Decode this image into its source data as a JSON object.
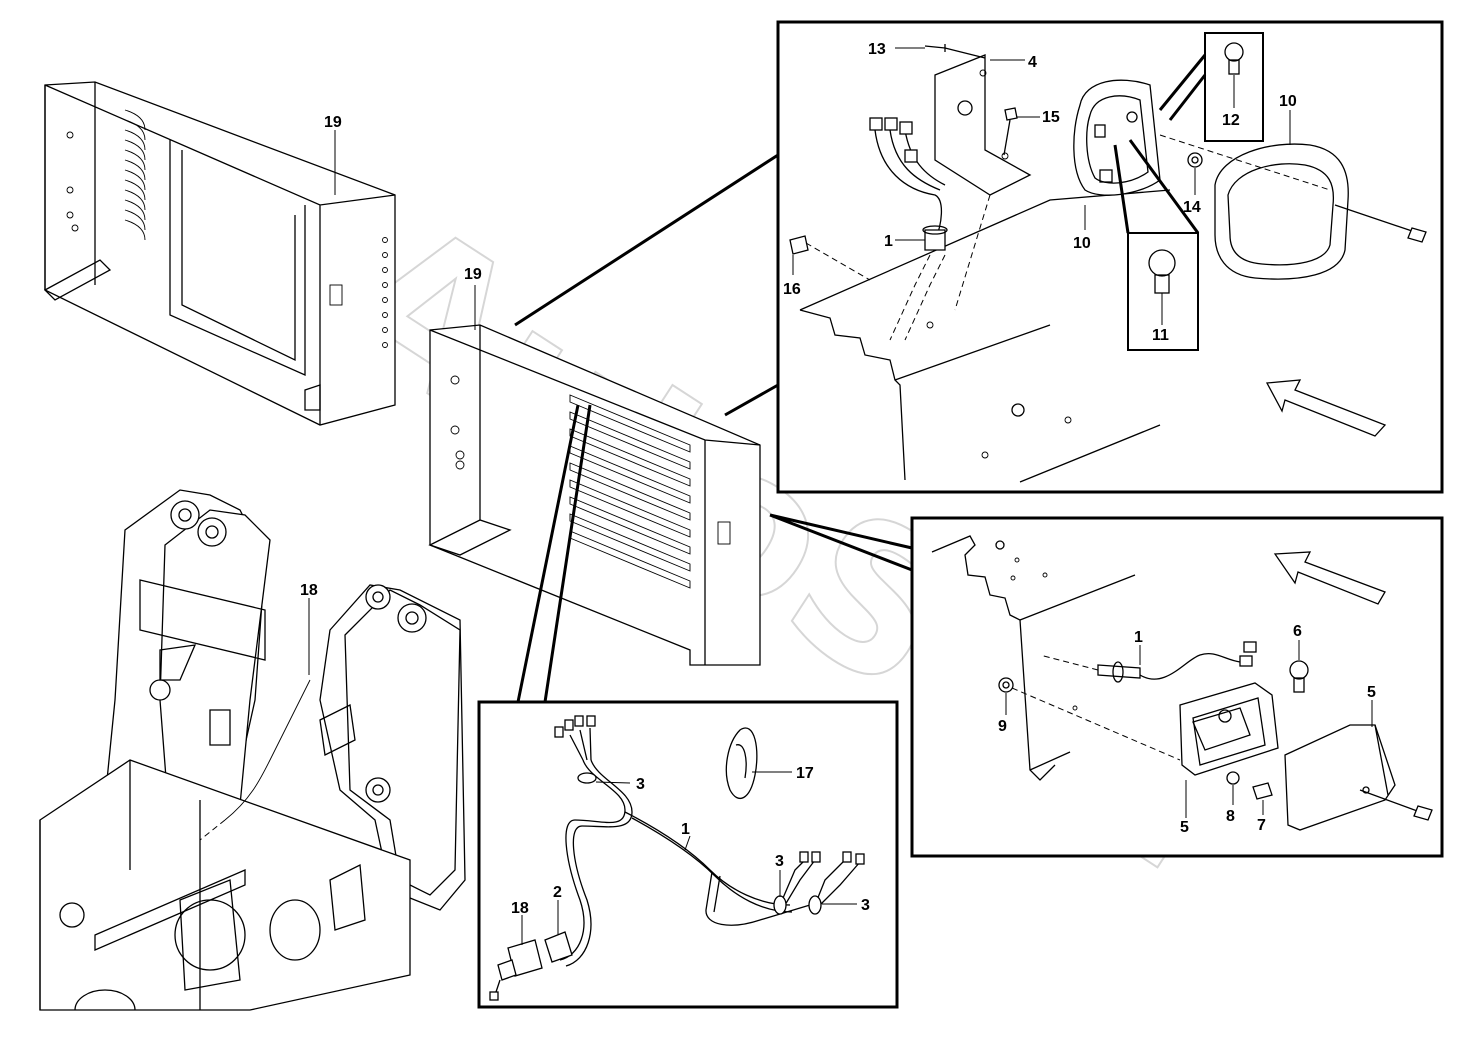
{
  "watermark": "AutoSoft",
  "labels": {
    "part_1_top": "1",
    "part_4": "4",
    "part_10_lens": "10",
    "part_10_housing": "10",
    "part_11": "11",
    "part_12": "12",
    "part_13": "13",
    "part_14": "14",
    "part_15": "15",
    "part_16": "16",
    "part_19_upper": "19",
    "part_19_center": "19",
    "part_18_machine": "18",
    "part_1_harness": "1",
    "part_2": "2",
    "part_3_a": "3",
    "part_3_b": "3",
    "part_3_c": "3",
    "part_17": "17",
    "part_18_harness": "18",
    "part_1_lower": "1",
    "part_5_lens": "5",
    "part_5_housing": "5",
    "part_6": "6",
    "part_7": "7",
    "part_8": "8",
    "part_9": "9"
  }
}
